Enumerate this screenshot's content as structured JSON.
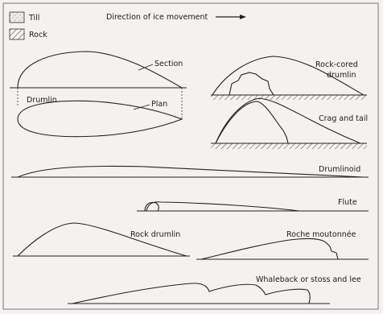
{
  "legend": {
    "till": "Till",
    "rock": "Rock"
  },
  "direction_label": "Direction of ice movement",
  "labels": {
    "section": "Section",
    "drumlin": "Drumlin",
    "plan": "Plan",
    "rock_cored": "Rock-cored",
    "drumlin2": "drumlin",
    "crag_tail": "Crag and tail",
    "drumlinoid": "Drumlinoid",
    "flute": "Flute",
    "rock_drumlin": "Rock drumlin",
    "roche": "Roche moutonnée",
    "whaleback": "Whaleback or stoss and lee"
  }
}
